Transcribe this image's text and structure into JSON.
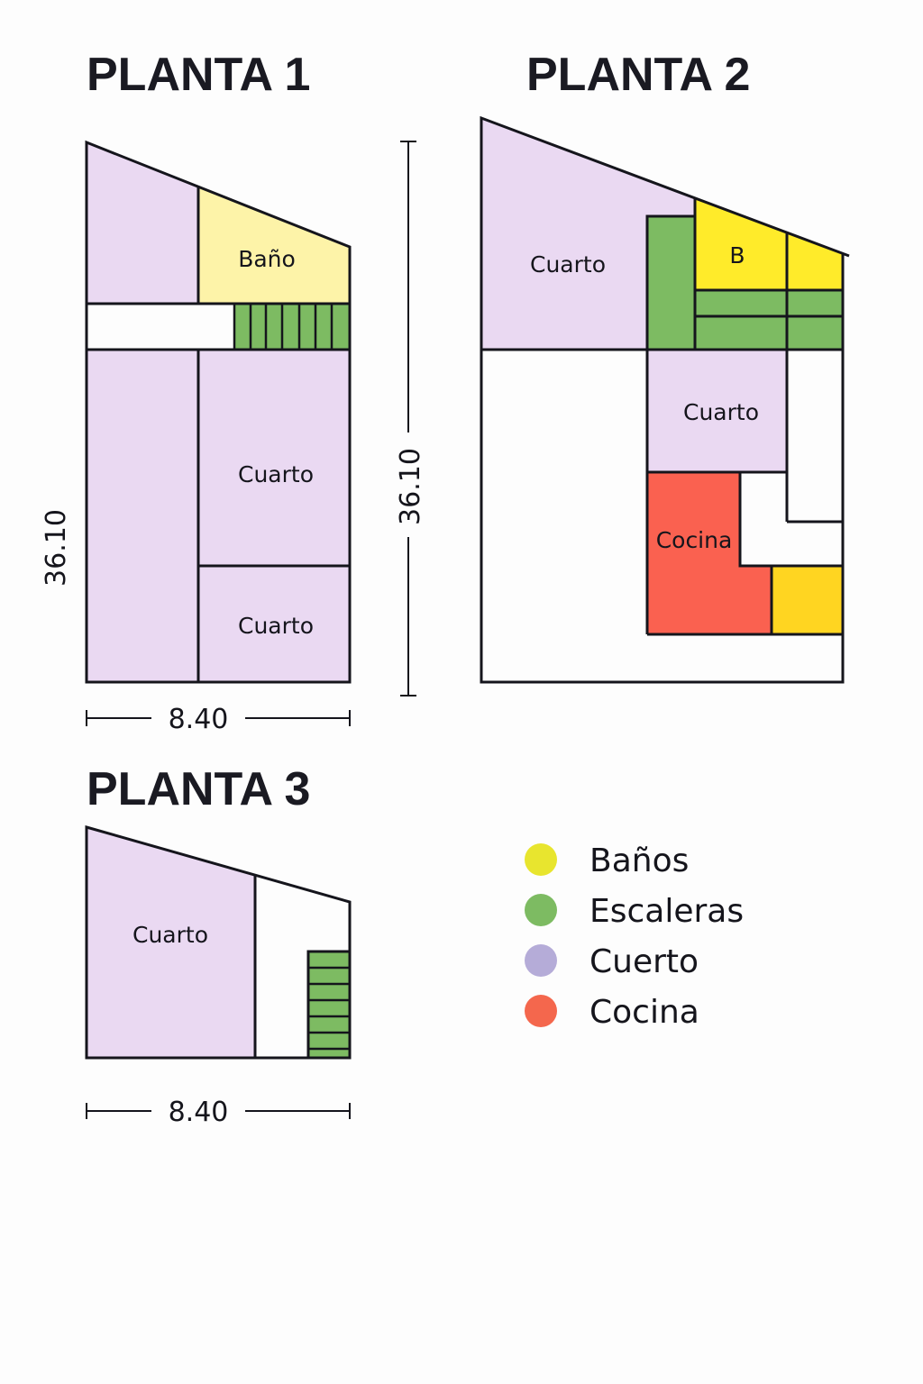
{
  "colors": {
    "cuarto": "#ead9f2",
    "bano_light": "#fdf3a8",
    "bano": "#ffeb2a",
    "bano_alt": "#ffd521",
    "escalera": "#7dbb62",
    "cocina": "#fa6150",
    "wall": "#15151c"
  },
  "planta1": {
    "title": "PLANTA 1",
    "rooms": {
      "bano": "Baño",
      "cuarto_a": "Cuarto",
      "cuarto_b": "Cuarto"
    },
    "height_dim": "36.10",
    "width_dim": "8.40"
  },
  "center_dim": "36.10",
  "planta2": {
    "title": "PLANTA 2",
    "rooms": {
      "cuarto_top": "Cuarto",
      "bano": "B",
      "cuarto_mid": "Cuarto",
      "cocina": "Cocina"
    }
  },
  "planta3": {
    "title": "PLANTA 3",
    "rooms": {
      "cuarto": "Cuarto"
    },
    "width_dim": "8.40"
  },
  "legend": [
    {
      "label": "Baños",
      "color": "#e8e52e"
    },
    {
      "label": "Escaleras",
      "color": "#7dbb62"
    },
    {
      "label": "Cuerto",
      "color": "#b5acd8"
    },
    {
      "label": "Cocina",
      "color": "#f4674d"
    }
  ]
}
